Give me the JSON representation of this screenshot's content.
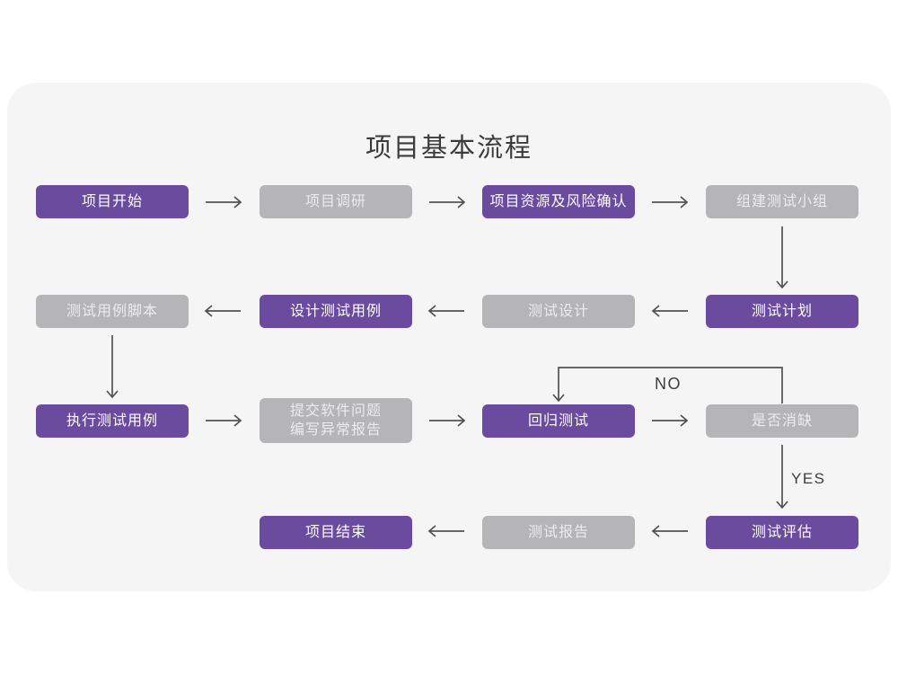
{
  "page": {
    "background": "#FFFFFF",
    "card_background": "#F6F5F6"
  },
  "title": "项目基本流程",
  "colors": {
    "node_purple": "#6B4B9E",
    "node_gray": "#B5B4B6",
    "purple_text": "#FFFFFF",
    "gray_text": "#ECEBED",
    "arrow": "#515153",
    "title_text": "#3B3B3C"
  },
  "flowchart": {
    "nodes": [
      {
        "id": "project-start",
        "label": "项目开始",
        "variant": "purple"
      },
      {
        "id": "project-research",
        "label": "项目调研",
        "variant": "gray"
      },
      {
        "id": "project-resources-risk",
        "label": "项目资源及风险确认",
        "variant": "purple"
      },
      {
        "id": "build-test-team",
        "label": "组建测试小组",
        "variant": "gray"
      },
      {
        "id": "test-plan",
        "label": "测试计划",
        "variant": "purple"
      },
      {
        "id": "test-design",
        "label": "测试设计",
        "variant": "gray"
      },
      {
        "id": "design-test-cases",
        "label": "设计测试用例",
        "variant": "purple"
      },
      {
        "id": "test-case-scripts",
        "label": "测试用例脚本",
        "variant": "gray"
      },
      {
        "id": "execute-test-cases",
        "label": "执行测试用例",
        "variant": "purple"
      },
      {
        "id": "submit-software-issues",
        "label": "提交软件问题",
        "label2": "编写异常报告",
        "variant": "gray"
      },
      {
        "id": "regression-test",
        "label": "回归测试",
        "variant": "purple"
      },
      {
        "id": "defect-resolved",
        "label": "是否消缺",
        "variant": "gray"
      },
      {
        "id": "test-evaluation",
        "label": "测试评估",
        "variant": "purple"
      },
      {
        "id": "test-report",
        "label": "测试报告",
        "variant": "gray"
      },
      {
        "id": "project-end",
        "label": "项目结束",
        "variant": "purple"
      }
    ],
    "edge_labels": {
      "no": "NO",
      "yes": "YES"
    }
  }
}
